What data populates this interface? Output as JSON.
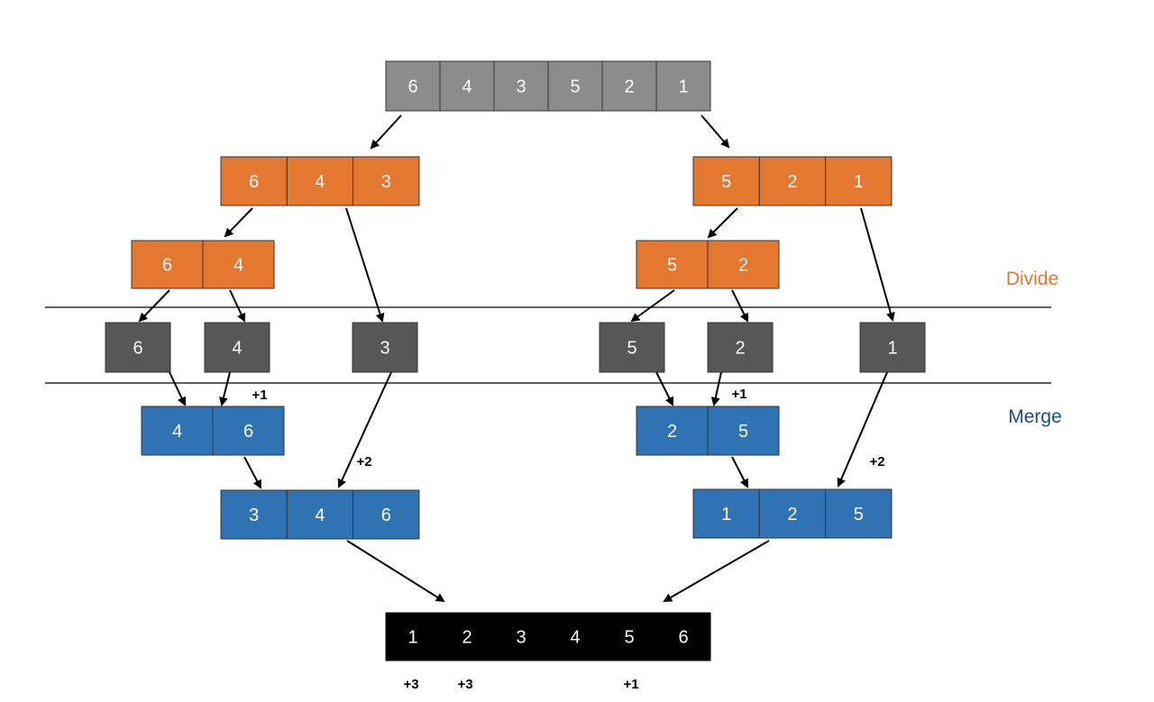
{
  "colors": {
    "input": "#8c8c8c",
    "divide": "#e57831",
    "single": "#575757",
    "merge": "#3073b5",
    "result": "#000000",
    "divide_label": "#e57831",
    "merge_label": "#1f4e79",
    "cell_text": "#ffffff",
    "arrow": "#000000",
    "annotation": "#000000"
  },
  "labels": {
    "divide": "Divide",
    "merge": "Merge"
  },
  "arrays": [
    {
      "name": "input-array",
      "values": [
        "6",
        "4",
        "3",
        "5",
        "2",
        "1"
      ],
      "kind": "input"
    },
    {
      "name": "left-half-array",
      "values": [
        "6",
        "4",
        "3"
      ],
      "kind": "divide"
    },
    {
      "name": "right-half-array",
      "values": [
        "5",
        "2",
        "1"
      ],
      "kind": "divide"
    },
    {
      "name": "left-quarter-array",
      "values": [
        "6",
        "4"
      ],
      "kind": "divide"
    },
    {
      "name": "right-quarter-array",
      "values": [
        "5",
        "2"
      ],
      "kind": "divide"
    },
    {
      "name": "single-6",
      "values": [
        "6"
      ],
      "kind": "single"
    },
    {
      "name": "single-4",
      "values": [
        "4"
      ],
      "kind": "single"
    },
    {
      "name": "single-3",
      "values": [
        "3"
      ],
      "kind": "single"
    },
    {
      "name": "single-5",
      "values": [
        "5"
      ],
      "kind": "single"
    },
    {
      "name": "single-2",
      "values": [
        "2"
      ],
      "kind": "single"
    },
    {
      "name": "single-1",
      "values": [
        "1"
      ],
      "kind": "single"
    },
    {
      "name": "merged-left-pair",
      "values": [
        "4",
        "6"
      ],
      "kind": "merge"
    },
    {
      "name": "merged-right-pair",
      "values": [
        "2",
        "5"
      ],
      "kind": "merge"
    },
    {
      "name": "merged-left-half",
      "values": [
        "3",
        "4",
        "6"
      ],
      "kind": "merge"
    },
    {
      "name": "merged-right-half",
      "values": [
        "1",
        "2",
        "5"
      ],
      "kind": "merge"
    },
    {
      "name": "sorted-array",
      "values": [
        "1",
        "2",
        "3",
        "4",
        "5",
        "6"
      ],
      "kind": "result"
    }
  ],
  "annotations": [
    {
      "name": "inversion-count-left-pair",
      "text": "+1"
    },
    {
      "name": "inversion-count-right-pair",
      "text": "+1"
    },
    {
      "name": "inversion-count-left-half",
      "text": "+2"
    },
    {
      "name": "inversion-count-right-half",
      "text": "+2"
    },
    {
      "name": "inversion-count-result-1",
      "text": "+3"
    },
    {
      "name": "inversion-count-result-2",
      "text": "+3"
    },
    {
      "name": "inversion-count-result-5",
      "text": "+1"
    }
  ]
}
